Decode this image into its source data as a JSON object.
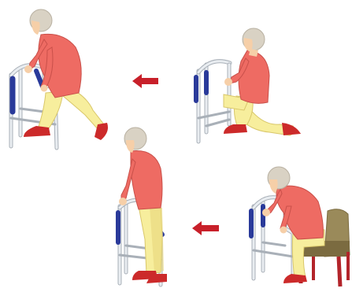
{
  "illustration": {
    "panels": [
      {
        "id": "kneeling-with-walker",
        "description_icon": "kneeling-figure"
      },
      {
        "id": "rising-from-kneel",
        "description_icon": "rising-figure"
      },
      {
        "id": "sitting-on-chair-with-walker",
        "description_icon": "seated-figure"
      },
      {
        "id": "standing-with-walker",
        "description_icon": "standing-figure"
      }
    ],
    "arrows": [
      {
        "id": "arrow-top",
        "direction": "left"
      },
      {
        "id": "arrow-bottom",
        "direction": "left"
      }
    ]
  },
  "colors": {
    "skin": "#f6cfa8",
    "hair": "#d9d2c4",
    "shirt": "#ee6b63",
    "shirt_shadow": "#d85450",
    "pants": "#f7ee9d",
    "pants_shadow": "#e8d77c",
    "shoe": "#cc2a2a",
    "walker_frame": "#d8dde3",
    "walker_frame_shadow": "#a9b0b8",
    "walker_grip": "#2a3a9a",
    "chair": "#9a8a5a",
    "chair_dark": "#7b6b40",
    "chair_legs": "#b3242a",
    "arrow": "#c8202a"
  }
}
